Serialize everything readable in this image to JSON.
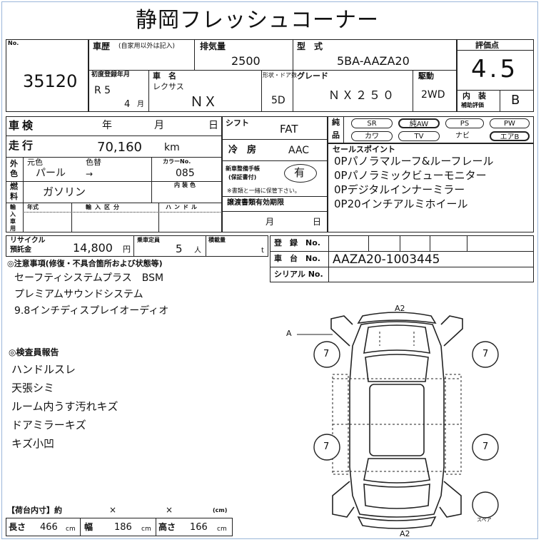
{
  "title": "静岡フレッシュコーナー",
  "lot": {
    "label": "No.",
    "number": "35120"
  },
  "history": {
    "label": "車歴",
    "note": "(自家用以外は記入)"
  },
  "displacement": {
    "label": "排気量",
    "value": "2500"
  },
  "model_code": {
    "label": "型　式",
    "value": "5BA-AAZA20"
  },
  "score": {
    "label": "評価点",
    "value": "4.5"
  },
  "first_reg": {
    "label": "初度登録年月",
    "era": "R 5",
    "month": "4",
    "month_unit": "月"
  },
  "car_name": {
    "label": "車　名",
    "maker": "レクサス",
    "model": "ＮＸ"
  },
  "body_doors": {
    "label": "形状・ドア数",
    "value": "5D"
  },
  "grade": {
    "label": "グレード",
    "value": "ＮＸ２５０"
  },
  "drive": {
    "label": "駆動",
    "value": "2WD"
  },
  "interior_score": {
    "label": "内　装",
    "sub": "補助評価",
    "value": "B"
  },
  "inspection": {
    "label": "車検",
    "year": "年",
    "month": "月",
    "day": "日"
  },
  "mileage": {
    "label": "走行",
    "value": "70,160",
    "unit": "km"
  },
  "shift": {
    "label": "シフト",
    "value": "FAT"
  },
  "ac": {
    "label": "冷　房",
    "value": "AAC"
  },
  "exterior_color": {
    "label1": "外",
    "label2": "色",
    "orig": "元色",
    "change": "色替",
    "value": "パール",
    "arrow": "→"
  },
  "color_no": {
    "label": "カラーNo.",
    "value": "085"
  },
  "fuel": {
    "label1": "燃",
    "label2": "料",
    "value": "ガソリン"
  },
  "interior_color": {
    "label": "内装色"
  },
  "import": {
    "label": [
      "輸",
      "入",
      "車",
      "用"
    ],
    "year": "年式",
    "category": "輸入区分",
    "handle": "ハンドル"
  },
  "warranty": {
    "label1": "新車整備手帳",
    "label2": "(保証書付)",
    "value": "有",
    "note": "※書類と一緒に保管下さい。"
  },
  "transfer": {
    "label": "譲渡書類有効期限",
    "month": "月",
    "day": "日"
  },
  "equipment": {
    "label1": "純",
    "label2": "品",
    "row1": [
      "SR",
      "純AW",
      "PS",
      "PW"
    ],
    "row2": [
      "カワ",
      "TV",
      "ナビ",
      "エアB"
    ],
    "circled": [
      "純AW",
      "エアB"
    ]
  },
  "sales_points": {
    "label": "セールスポイント",
    "items": [
      "0Pパノラマルーフ&ルーフレール",
      "0Pパノラミックビューモニター",
      "0Pデジタルインナーミラー",
      "0P20インチアルミホイール"
    ]
  },
  "recycle": {
    "label1": "リサイクル",
    "label2": "預託金",
    "value": "14,800",
    "unit": "円"
  },
  "capacity": {
    "label": "乗車定員",
    "value": "5",
    "unit": "人"
  },
  "load": {
    "label": "積載量",
    "unit": "t"
  },
  "registration": {
    "label": "登　録　No."
  },
  "chassis": {
    "label": "車　台　No.",
    "value": "AAZA20-1003445"
  },
  "serial": {
    "label": "シリアル No."
  },
  "notes": {
    "label": "◎注意事項(修復・不具合箇所および状態等)",
    "items": [
      "セーフティシステムプラス　BSM",
      "プレミアムサウンドシステム",
      "9.8インチディスプレイオーディオ"
    ]
  },
  "inspector": {
    "label": "◎検査員報告",
    "items": [
      "ハンドルスレ",
      "天張シミ",
      "ルーム内うす汚れキズ",
      "ドアミラーキズ",
      "キズ小凹"
    ]
  },
  "diagram": {
    "top": "A2",
    "bottom": "A2",
    "left": "A",
    "tire": "7",
    "spare": "スペア"
  },
  "cargo": {
    "label": "【荷台内寸】約",
    "x": "×",
    "unit": "(cm)",
    "length_label": "長さ",
    "length": "466",
    "width_label": "幅",
    "width": "186",
    "height_label": "高さ",
    "height": "166",
    "cm": "cm"
  }
}
